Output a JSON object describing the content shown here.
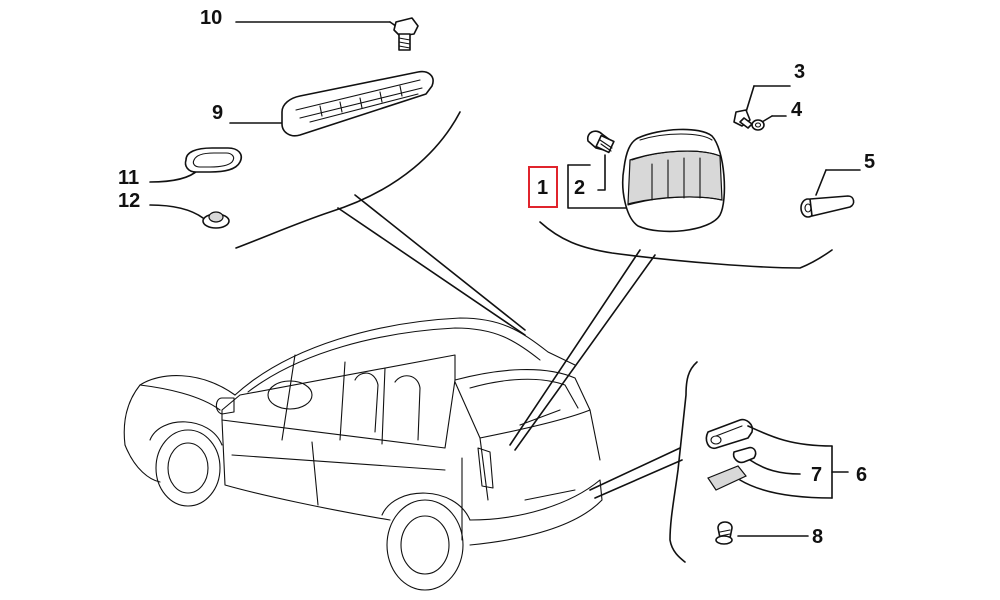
{
  "callouts": [
    {
      "id": "1",
      "label": "1"
    },
    {
      "id": "2",
      "label": "2"
    },
    {
      "id": "3",
      "label": "3"
    },
    {
      "id": "4",
      "label": "4"
    },
    {
      "id": "5",
      "label": "5"
    },
    {
      "id": "6",
      "label": "6"
    },
    {
      "id": "7",
      "label": "7"
    },
    {
      "id": "8",
      "label": "8"
    },
    {
      "id": "9",
      "label": "9"
    },
    {
      "id": "10",
      "label": "10"
    },
    {
      "id": "11",
      "label": "11"
    },
    {
      "id": "12",
      "label": "12"
    }
  ],
  "highlighted_callout": "1",
  "colors": {
    "highlight": "#e0242c",
    "line": "#111111",
    "background": "#ffffff"
  }
}
